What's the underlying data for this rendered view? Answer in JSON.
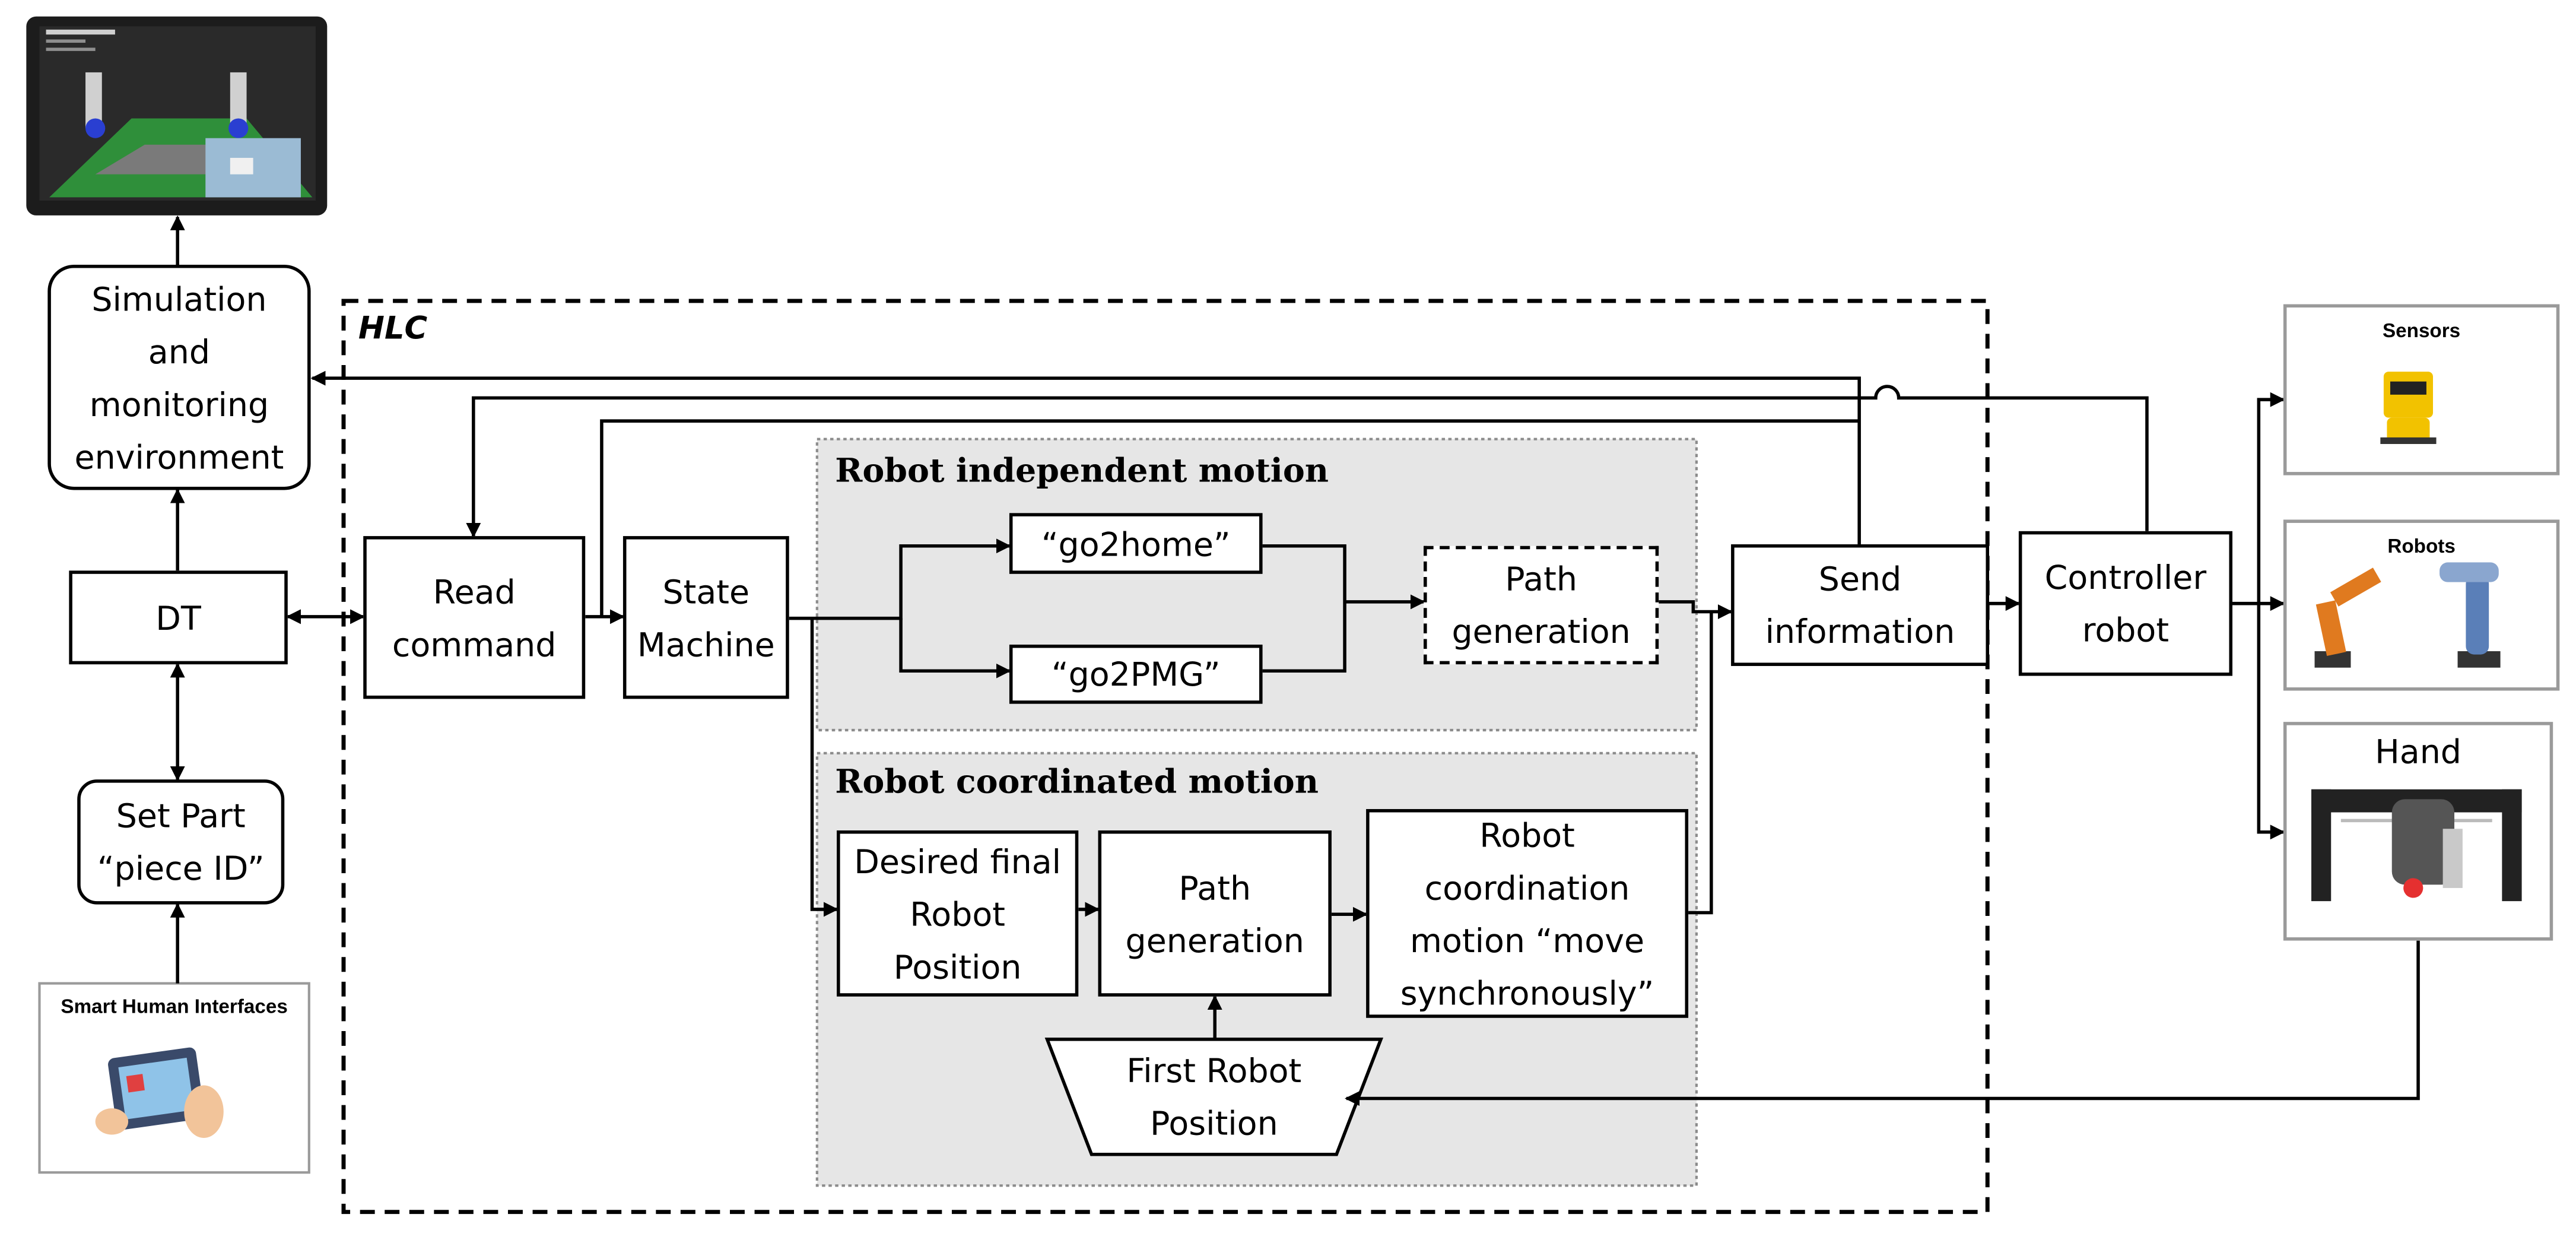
{
  "hlc_label": "HLC",
  "groups": {
    "independent_title": "Robot independent motion",
    "coordinated_title": "Robot coordinated motion"
  },
  "boxes": {
    "simulation": "Simulation\nand\nmonitoring\nenvironment",
    "dt": "DT",
    "set_part": "Set Part\n“piece ID”",
    "read_command": "Read\ncommand",
    "state_machine": "State\nMachine",
    "go2home": "“go2home”",
    "go2pmg": "“go2PMG”",
    "path_generation_independent": "Path\ngeneration",
    "desired_final": "Desired final\nRobot\nPosition",
    "path_generation_coordinated": "Path\ngeneration",
    "robot_coordination": "Robot\ncoordination\nmotion “move\nsynchronously”",
    "first_robot_position": "First Robot\nPosition",
    "send_information": "Send\ninformation",
    "controller_robot": "Controller\nrobot"
  },
  "panels": {
    "sensors": "Sensors",
    "robots": "Robots",
    "hand": "Hand",
    "smart_human_interfaces": "Smart Human Interfaces"
  },
  "colors": {
    "group_fill": "#e6e6e6",
    "group_border": "#8c8c8c",
    "line": "#000000",
    "sim_floor": "#2f8f3a",
    "sensor_yellow": "#f2c200",
    "robot_orange": "#e07a1f",
    "robot_blue": "#5a7fb8"
  }
}
